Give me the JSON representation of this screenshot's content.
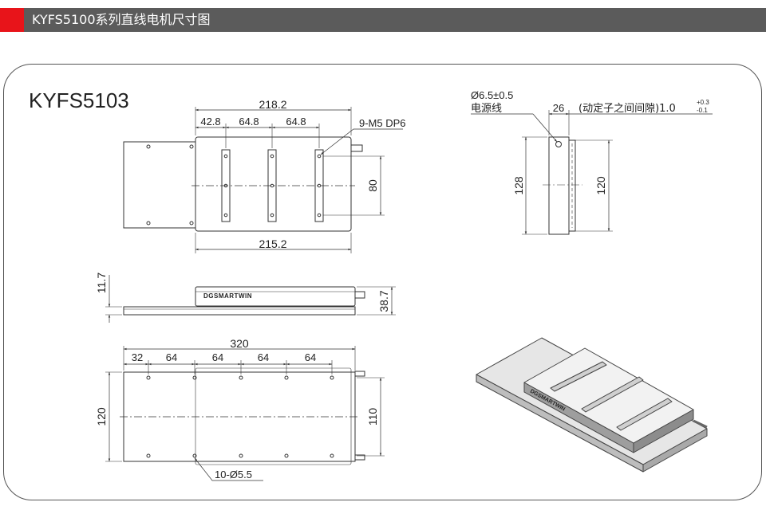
{
  "header": {
    "title": "KYFS5100系列直线电机尺寸图",
    "accent_color": "#e8141a",
    "bar_color": "#5b5b5b"
  },
  "model": "KYFS5103",
  "top_view": {
    "overall_width": "218.2",
    "pitch_1": "42.8",
    "pitch_2": "64.8",
    "pitch_3": "64.8",
    "thread_callout": "9-M5 DP6",
    "bar_height": "80",
    "base_width": "215.2"
  },
  "end_view": {
    "cable_diameter": "Ø6.5±0.5",
    "cable_label": "电源线",
    "cable_offset": "26",
    "gap_note": "(动定子之间间隙)1.0",
    "gap_tol_upper": "+0.3",
    "gap_tol_lower": "-0.1",
    "outer_height": "128",
    "inner_height": "120"
  },
  "side_view": {
    "brand": "DGSMARTWIN",
    "thickness": "11.7",
    "total_height": "38.7"
  },
  "base_view": {
    "length": "320",
    "pitch_first": "32",
    "pitch_a": "64",
    "pitch_b": "64",
    "pitch_c": "64",
    "pitch_d": "64",
    "width": "120",
    "hole_span": "110",
    "hole_callout": "10-Ø5.5"
  },
  "iso_view": {
    "brand": "DGSMARTWIN"
  }
}
